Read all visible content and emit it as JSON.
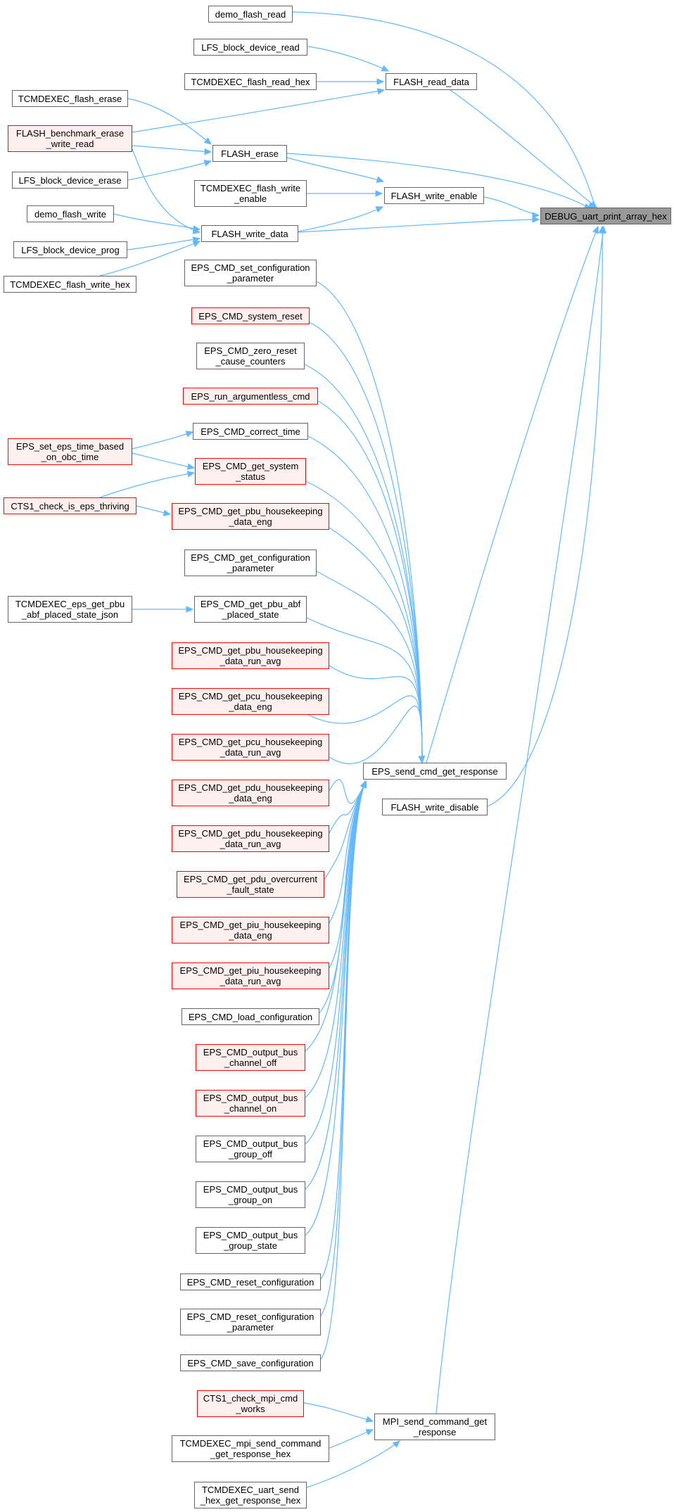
{
  "nodes": {
    "debug_uart_print_array_hex": "DEBUG_uart_print_array_hex",
    "demo_flash_read": "demo_flash_read",
    "lfs_block_device_read": "LFS_block_device_read",
    "tcmdexec_flash_read_hex": "TCMDEXEC_flash_read_hex",
    "flash_read_data": "FLASH_read_data",
    "tcmdexec_flash_erase": "TCMDEXEC_flash_erase",
    "flash_benchmark_erase_write_read": "FLASH_benchmark_erase\n_write_read",
    "flash_erase": "FLASH_erase",
    "lfs_block_device_erase": "LFS_block_device_erase",
    "tcmdexec_flash_write_enable": "TCMDEXEC_flash_write\n_enable",
    "flash_write_enable": "FLASH_write_enable",
    "demo_flash_write": "demo_flash_write",
    "flash_write_data": "FLASH_write_data",
    "lfs_block_device_prog": "LFS_block_device_prog",
    "tcmdexec_flash_write_hex": "TCMDEXEC_flash_write_hex",
    "eps_cmd_set_configuration_parameter": "EPS_CMD_set_configuration\n_parameter",
    "eps_cmd_system_reset": "EPS_CMD_system_reset",
    "eps_cmd_zero_reset_cause_counters": "EPS_CMD_zero_reset\n_cause_counters",
    "eps_run_argumentless_cmd": "EPS_run_argumentless_cmd",
    "eps_cmd_correct_time": "EPS_CMD_correct_time",
    "eps_set_eps_time_based_on_obc_time": "EPS_set_eps_time_based\n_on_obc_time",
    "eps_cmd_get_system_status": "EPS_CMD_get_system\n_status",
    "cts1_check_is_eps_thriving": "CTS1_check_is_eps_thriving",
    "eps_cmd_get_pbu_housekeeping_data_eng": "EPS_CMD_get_pbu_housekeeping\n_data_eng",
    "eps_cmd_get_configuration_parameter": "EPS_CMD_get_configuration\n_parameter",
    "tcmdexec_eps_get_pbu_abf_placed_state_json": "TCMDEXEC_eps_get_pbu\n_abf_placed_state_json",
    "eps_cmd_get_pbu_abf_placed_state": "EPS_CMD_get_pbu_abf\n_placed_state",
    "eps_cmd_get_pbu_housekeeping_data_run_avg": "EPS_CMD_get_pbu_housekeeping\n_data_run_avg",
    "eps_cmd_get_pcu_housekeeping_data_eng": "EPS_CMD_get_pcu_housekeeping\n_data_eng",
    "eps_cmd_get_pcu_housekeeping_data_run_avg": "EPS_CMD_get_pcu_housekeeping\n_data_run_avg",
    "eps_send_cmd_get_response": "EPS_send_cmd_get_response",
    "eps_cmd_get_pdu_housekeeping_data_eng": "EPS_CMD_get_pdu_housekeeping\n_data_eng",
    "flash_write_disable": "FLASH_write_disable",
    "eps_cmd_get_pdu_housekeeping_data_run_avg": "EPS_CMD_get_pdu_housekeeping\n_data_run_avg",
    "eps_cmd_get_pdu_overcurrent_fault_state": "EPS_CMD_get_pdu_overcurrent\n_fault_state",
    "eps_cmd_get_piu_housekeeping_data_eng": "EPS_CMD_get_piu_housekeeping\n_data_eng",
    "eps_cmd_get_piu_housekeeping_data_run_avg": "EPS_CMD_get_piu_housekeeping\n_data_run_avg",
    "eps_cmd_load_configuration": "EPS_CMD_load_configuration",
    "eps_cmd_output_bus_channel_off": "EPS_CMD_output_bus\n_channel_off",
    "eps_cmd_output_bus_channel_on": "EPS_CMD_output_bus\n_channel_on",
    "eps_cmd_output_bus_group_off": "EPS_CMD_output_bus\n_group_off",
    "eps_cmd_output_bus_group_on": "EPS_CMD_output_bus\n_group_on",
    "eps_cmd_output_bus_group_state": "EPS_CMD_output_bus\n_group_state",
    "eps_cmd_reset_configuration": "EPS_CMD_reset_configuration",
    "eps_cmd_reset_configuration_parameter": "EPS_CMD_reset_configuration\n_parameter",
    "eps_cmd_save_configuration": "EPS_CMD_save_configuration",
    "cts1_check_mpi_cmd_works": "CTS1_check_mpi_cmd\n_works",
    "mpi_send_command_get_response": "MPI_send_command_get\n_response",
    "tcmdexec_mpi_send_command_get_response_hex": "TCMDEXEC_mpi_send_command\n_get_response_hex",
    "tcmdexec_uart_send_hex_get_response_hex": "TCMDEXEC_uart_send\n_hex_get_response_hex"
  },
  "colors": {
    "edge": "#63b8ff",
    "node_border": "#666666",
    "highlight_border": "#ff0000",
    "highlight_fill": "#fff0f0",
    "target_fill": "#999999"
  }
}
